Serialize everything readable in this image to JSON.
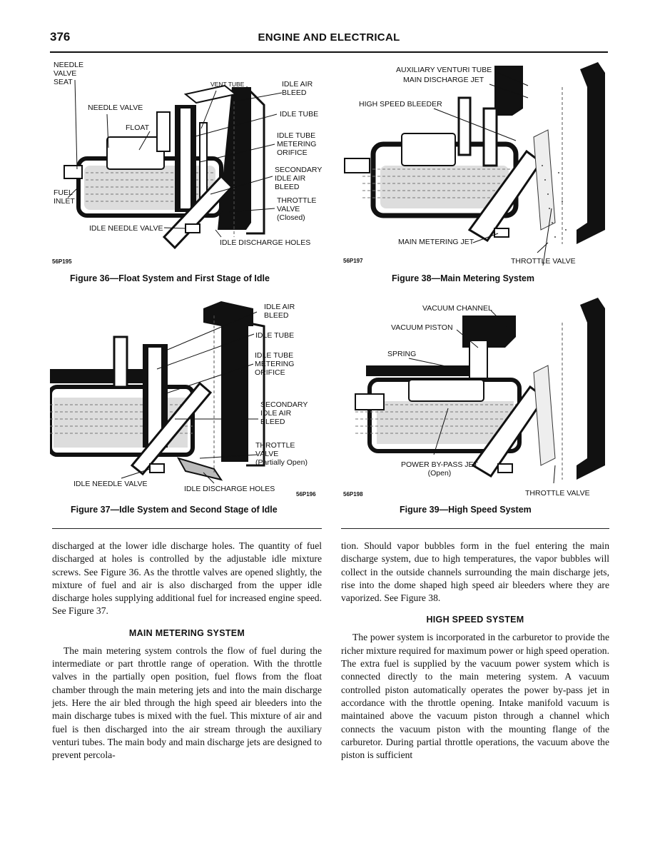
{
  "header": {
    "page_number": "376",
    "title": "ENGINE AND ELECTRICAL"
  },
  "fig36": {
    "code": "56P195",
    "caption": "Figure 36—Float System and First Stage of Idle",
    "labels": {
      "needle_valve_seat": "NEEDLE\nVALVE\nSEAT",
      "vent_tube": "VENT TUBE",
      "idle_air_bleed": "IDLE AIR\nBLEED",
      "needle_valve": "NEEDLE VALVE",
      "idle_tube": "IDLE TUBE",
      "float": "FLOAT",
      "idle_tube_metering": "IDLE TUBE\nMETERING\nORIFICE",
      "secondary": "SECONDARY\nIDLE AIR\nBLEED",
      "fuel_inlet": "FUEL\nINLET",
      "throttle": "THROTTLE\nVALVE\n(Closed)",
      "idle_needle_valve": "IDLE NEEDLE VALVE",
      "idle_discharge_holes": "IDLE DISCHARGE HOLES"
    }
  },
  "fig37": {
    "code": "56P196",
    "caption": "Figure 37—Idle System and Second Stage of Idle",
    "labels": {
      "idle_air_bleed": "IDLE AIR\nBLEED",
      "idle_tube": "IDLE TUBE",
      "idle_tube_metering": "IDLE TUBE\nMETERING\nORIFICE",
      "secondary": "SECONDARY\nIDLE AIR\nBLEED",
      "throttle": "THROTTLE\nVALVE\n(Partially Open)",
      "idle_needle_valve": "IDLE NEEDLE VALVE",
      "idle_discharge_holes": "IDLE DISCHARGE HOLES"
    }
  },
  "fig38": {
    "code": "56P197",
    "caption": "Figure 38—Main Metering System",
    "labels": {
      "aux_venturi": "AUXILIARY VENTURI TUBE",
      "main_discharge_jet": "MAIN DISCHARGE JET",
      "high_speed_bleeder": "HIGH SPEED BLEEDER",
      "main_metering_jet": "MAIN METERING JET",
      "throttle": "THROTTLE VALVE"
    }
  },
  "fig39": {
    "code": "56P198",
    "caption": "Figure 39—High Speed System",
    "labels": {
      "vacuum_channel": "VACUUM CHANNEL",
      "vacuum_piston": "VACUUM PISTON",
      "spring": "SPRING",
      "power_bypass": "POWER BY-PASS JET\n(Open)",
      "throttle": "THROTTLE VALVE"
    }
  },
  "body": {
    "left_para1": "discharged at the lower idle discharge holes. The quantity of fuel discharged at holes is controlled by the adjustable idle mixture screws. See Figure 36. As the throttle valves are opened slightly, the mixture of fuel and air is also discharged from the upper idle discharge holes supplying additional fuel for increased engine speed. See Figure 37.",
    "main_heading": "MAIN METERING SYSTEM",
    "left_para2": "The main metering system controls the flow of fuel during the intermediate or part throttle range of operation. With the throttle valves in the partially open position, fuel flows from the float chamber through the main metering jets and into the main discharge jets. Here the air bled through the high speed air bleeders into the main discharge tubes is mixed with the fuel. This mixture of air and fuel is then discharged into the air stream through the auxiliary venturi tubes. The main body and main discharge jets are designed to prevent percola-",
    "right_para1": "tion. Should vapor bubbles form in the fuel entering the main discharge system, due to high temperatures, the vapor bubbles will collect in the outside channels surrounding the main discharge jets, rise into the dome shaped high speed air bleeders where they are vaporized. See Figure 38.",
    "high_heading": "HIGH SPEED SYSTEM",
    "right_para2": "The power system is incorporated in the carburetor to provide the richer mixture required for maximum power or high speed operation. The extra fuel is supplied by the vacuum power system which is connected directly to the main metering system. A vacuum controlled piston automatically operates the power by-pass jet in accordance with the throttle opening. Intake manifold vacuum is maintained above the vacuum piston through a channel which connects the vacuum piston with the mounting flange of the carburetor. During partial throttle operations, the vacuum above the piston is sufficient"
  }
}
